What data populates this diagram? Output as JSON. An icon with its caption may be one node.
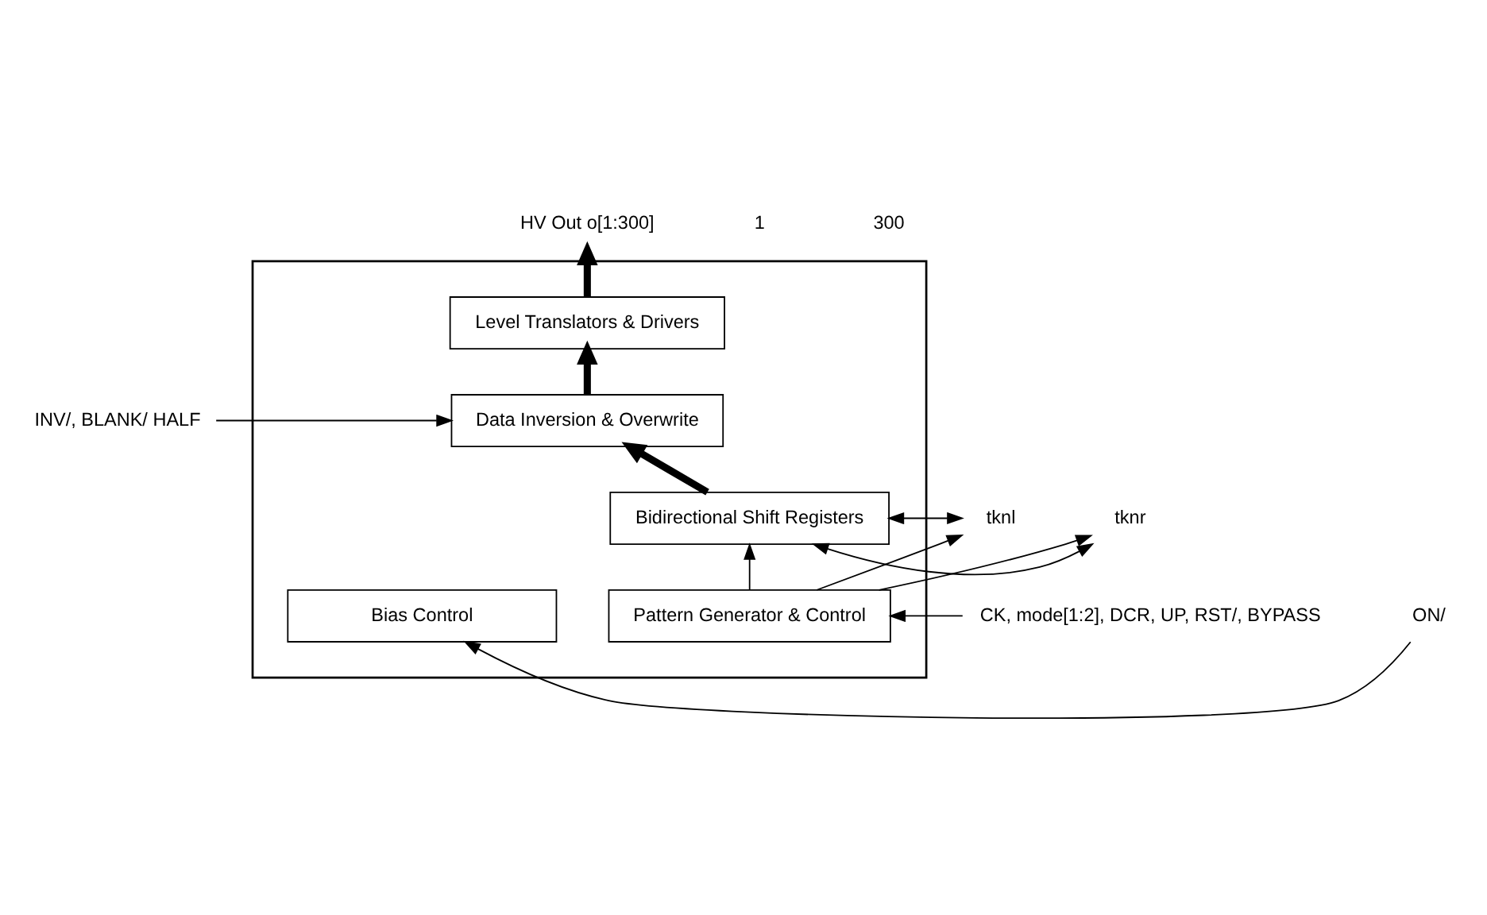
{
  "diagram": {
    "nodes": [
      {
        "text": [],
        "shape": "box"
      },
      {
        "text": [
          "Level Translators & Drivers"
        ],
        "in": 0
      },
      {
        "text": [
          "Data Inversion & Overwrite"
        ],
        "in": 0
      },
      {
        "text": [
          "Bidirectional Shift Registers"
        ],
        "in": 0
      },
      {
        "text": [
          "Pattern Generator & Control"
        ],
        "in": 0
      },
      {
        "text": [
          "Bias Control"
        ],
        "in": 0
      },
      {
        "text": [
          "HV Out o[1:300]"
        ]
      },
      {
        "text": [
          "INV/, BLANK/ HALF"
        ]
      },
      {
        "text": [
          "tknl"
        ]
      },
      {
        "text": [
          "tknr"
        ]
      },
      {
        "text": [
          "CK, mode[1:2], DCR, UP, RST/, BYPASS"
        ]
      },
      {
        "text": [
          "ON/"
        ]
      }
    ],
    "edges": [
      {
        "from": 1,
        "to": 6,
        "arrow": "to",
        "style": "thick"
      },
      {
        "from": 2,
        "to": 1,
        "arrow": "to",
        "style": "thick"
      },
      {
        "from": 3,
        "to": 2,
        "arrow": "to",
        "style": "thick"
      },
      {
        "from": 7,
        "to": 2,
        "arrow": "to"
      },
      {
        "from": 8,
        "to": 3,
        "arrow": "both"
      },
      {
        "from": 3,
        "to": 9,
        "arrow": "both"
      },
      {
        "from": 4,
        "to": 3,
        "arrow": "to"
      },
      {
        "from": 4,
        "to": 8,
        "arrow": "to"
      },
      {
        "from": 4,
        "to": 9,
        "arrow": "to"
      },
      {
        "from": 10,
        "to": 4,
        "arrow": "to"
      },
      {
        "from": 11,
        "to": 5,
        "arrow": "to"
      }
    ],
    "labels": [
      "1",
      "300"
    ]
  }
}
